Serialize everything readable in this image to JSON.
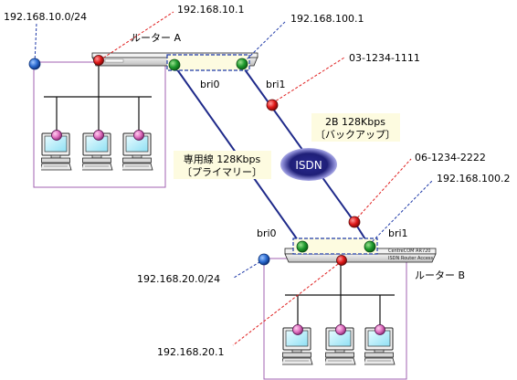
{
  "diagram": {
    "router_a": {
      "label": "ルーター A",
      "lan_address": "192.168.10.1",
      "network": "192.168.10.0/24"
    },
    "router_b": {
      "label": "ルーター B",
      "lan_address": "192.168.20.1",
      "network": "192.168.20.0/24",
      "badge": "CentreCOM AR720",
      "badge_sub": "ISDN Router Access"
    },
    "bri0_a": {
      "label": "bri0"
    },
    "bri1_a": {
      "label": "bri1",
      "address": "192.168.100.1",
      "isdn_number": "03-1234-1111"
    },
    "bri0_b": {
      "label": "bri0"
    },
    "bri1_b": {
      "label": "bri1",
      "address": "192.168.100.2",
      "isdn_number": "06-1234-2222"
    },
    "primary_link": {
      "line1": "専用線 128Kbps",
      "line2": "〔プライマリー〕"
    },
    "backup_link": {
      "line1": "2B 128Kbps",
      "line2": "〔バックアップ〕"
    },
    "isdn_cloud": {
      "label": "ISDN"
    }
  },
  "colors": {
    "link_line": "#1f2a8a",
    "dashed_blue": "#1f3aa8",
    "dashed_red": "#e02020",
    "lan_box": "#a060b0",
    "node_green": "#1a9a2a",
    "node_red": "#d81818",
    "node_blue": "#2a6ad0",
    "pc_node": "#e070c0",
    "label_box_fill": "#fdfbe0"
  }
}
